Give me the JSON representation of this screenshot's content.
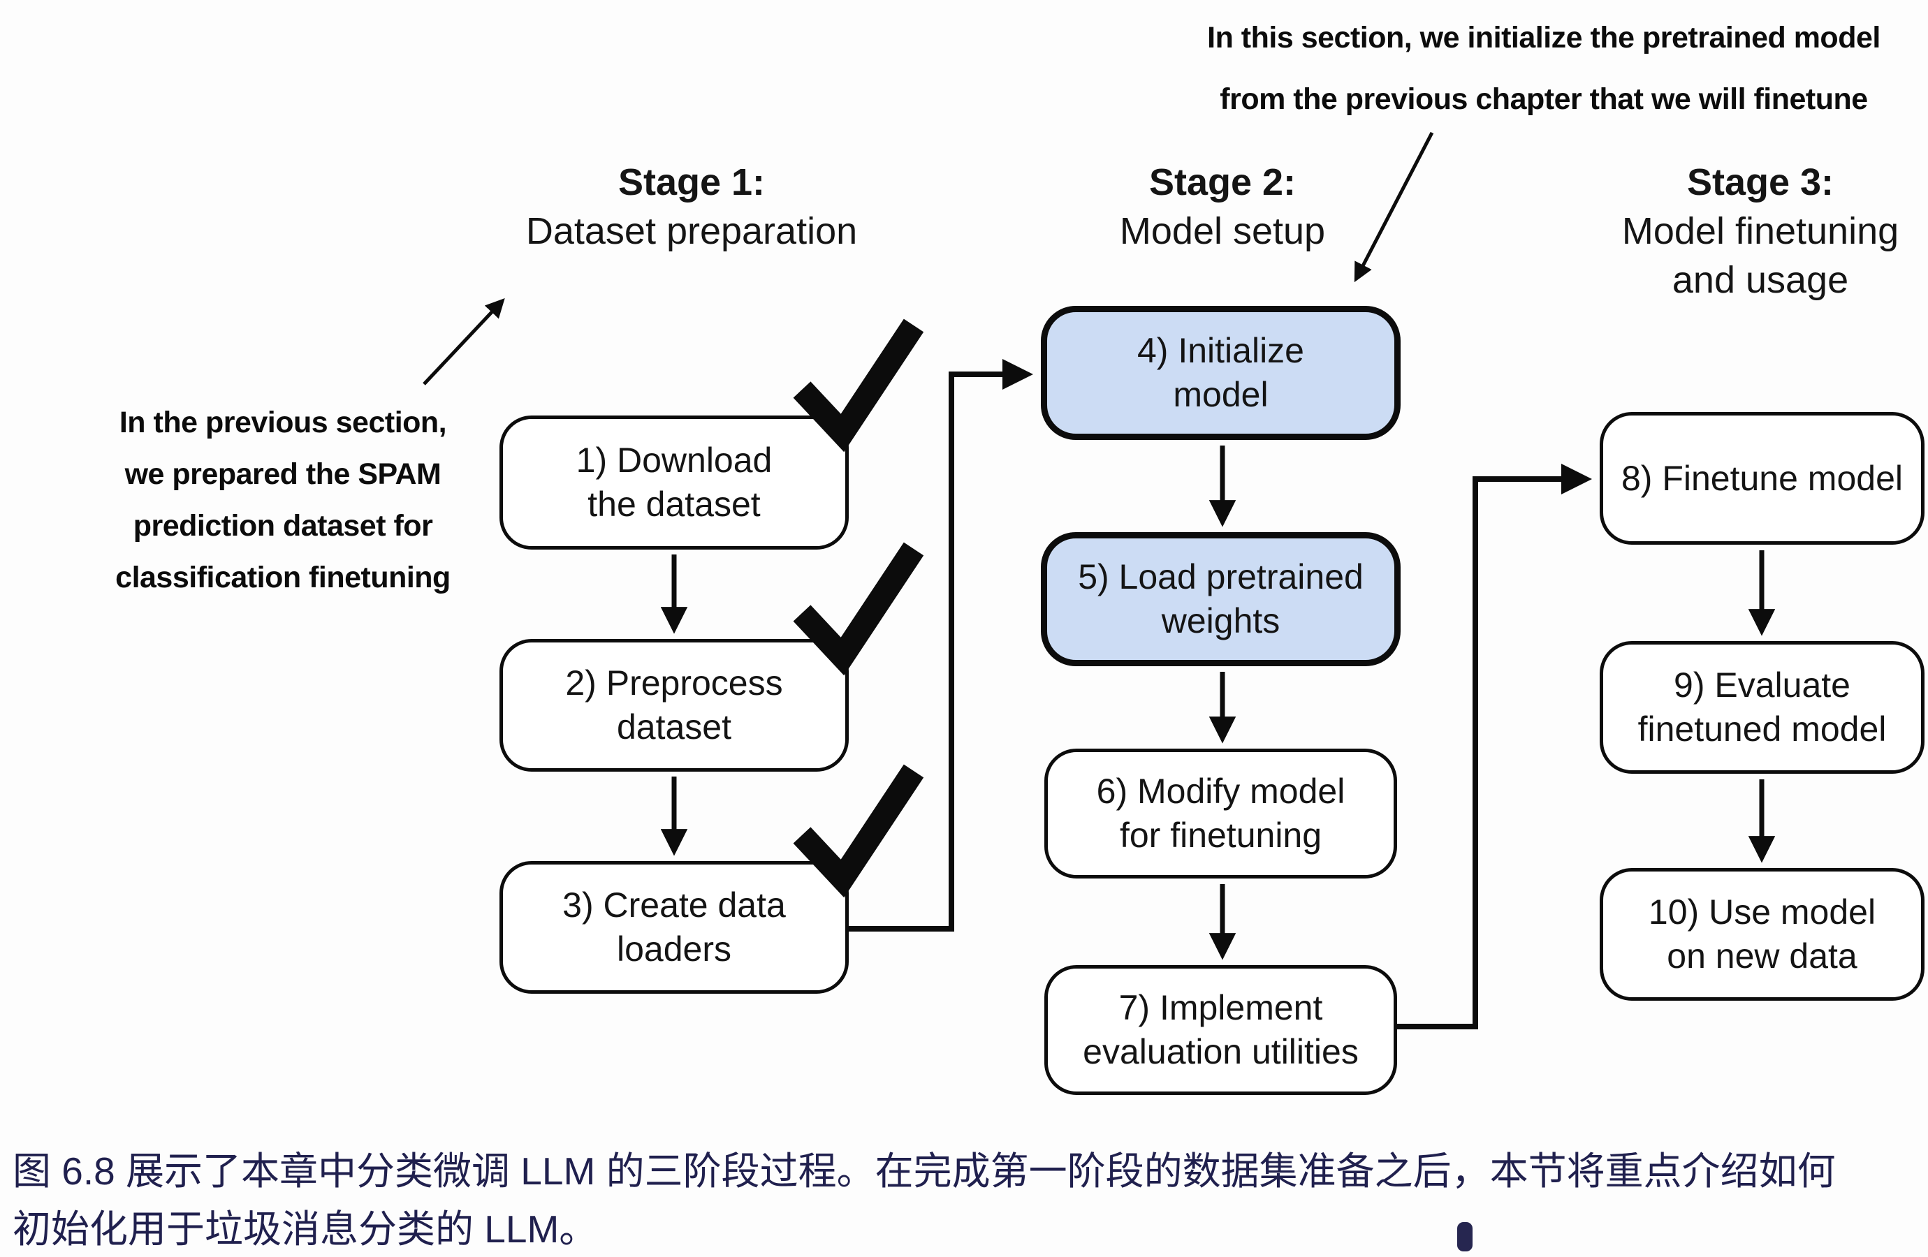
{
  "annotations": {
    "top": {
      "lines": [
        "In this section, we initialize the pretrained model",
        "from the previous chapter that we will finetune"
      ]
    },
    "left": {
      "lines": [
        "In the previous section,",
        "we prepared the SPAM",
        "prediction dataset for",
        "classification finetuning"
      ]
    }
  },
  "stages": [
    {
      "title": "Stage 1:",
      "subtitle_lines": [
        "Dataset preparation"
      ]
    },
    {
      "title": "Stage 2:",
      "subtitle_lines": [
        "Model setup"
      ]
    },
    {
      "title": "Stage 3:",
      "subtitle_lines": [
        "Model finetuning",
        "and usage"
      ]
    }
  ],
  "boxes": [
    {
      "num": "1",
      "lines": [
        "1) Download",
        "the dataset"
      ],
      "completed": true,
      "highlighted": false
    },
    {
      "num": "2",
      "lines": [
        "2) Preprocess",
        "dataset"
      ],
      "completed": true,
      "highlighted": false
    },
    {
      "num": "3",
      "lines": [
        "3) Create data",
        "loaders"
      ],
      "completed": true,
      "highlighted": false
    },
    {
      "num": "4",
      "lines": [
        "4) Initialize",
        "model"
      ],
      "completed": false,
      "highlighted": true
    },
    {
      "num": "5",
      "lines": [
        "5) Load pretrained",
        "weights"
      ],
      "completed": false,
      "highlighted": true
    },
    {
      "num": "6",
      "lines": [
        "6) Modify model",
        "for finetuning"
      ],
      "completed": false,
      "highlighted": false
    },
    {
      "num": "7",
      "lines": [
        "7) Implement",
        "evaluation utilities"
      ],
      "completed": false,
      "highlighted": false
    },
    {
      "num": "8",
      "lines": [
        "8) Finetune model"
      ],
      "completed": false,
      "highlighted": false
    },
    {
      "num": "9",
      "lines": [
        "9) Evaluate",
        "finetuned model"
      ],
      "completed": false,
      "highlighted": false
    },
    {
      "num": "10",
      "lines": [
        "10) Use model",
        "on new data"
      ],
      "completed": false,
      "highlighted": false
    }
  ],
  "caption": {
    "label": "图 6.8",
    "lines": [
      "图 6.8 展示了本章中分类微调 LLM 的三阶段过程。在完成第一阶段的数据集准备之后，本节将重点介绍如何",
      "初始化用于垃圾消息分类的 LLM。"
    ]
  },
  "colors": {
    "highlight_fill": "#ccdcf4",
    "ink": "#0c0c0c",
    "caption_text": "#20204e"
  }
}
